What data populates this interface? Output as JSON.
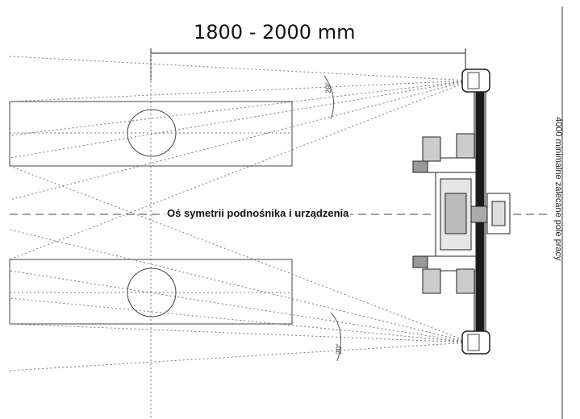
{
  "dimension": {
    "label": "1800 - 2000 mm"
  },
  "axis": {
    "label": "Oś symetrii podnośnika i urządzenia"
  },
  "working_area": {
    "label": "4000 minimalne zalecane pole pracy"
  },
  "angles": {
    "top_label": "20°",
    "bottom_label": "20°"
  },
  "colors": {
    "line": "#555555",
    "dark": "#222222",
    "device_bar": "#1a1a1a"
  }
}
